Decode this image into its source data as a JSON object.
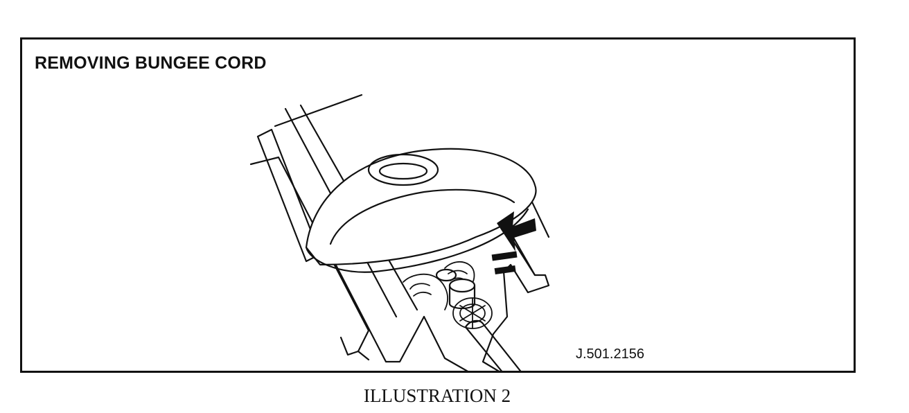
{
  "figure": {
    "heading": "REMOVING BUNGEE CORD",
    "reference_code": "J.501.2156",
    "caption": "ILLUSTRATION 2"
  }
}
